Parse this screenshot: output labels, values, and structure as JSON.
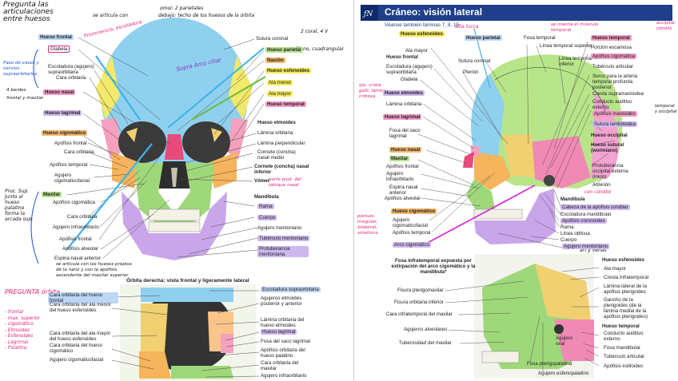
{
  "left": {
    "handwritten": {
      "question": "Pregunta las articulaciones entre huesos",
      "se_articula": "se articula con",
      "omoi": "omoi: 2 parietales",
      "debajo": "debajo: techo de los huesos de la órbita",
      "prominencia": "Prominencia, escotadura",
      "supra_arco": "Supra Arco ciliar",
      "dos_coral": "2 coral, 4 V",
      "plano": "Plano, cuadrangular",
      "paso_vasos": "Paso de vasos y nervios supraorbitarios",
      "cuatro_bordes": "4 bordes",
      "sup_maxilar": "frontal y maxilar",
      "pregunta_orbita": "PREGUNTA órbita",
      "orbita_list": "- frontal\n- max. superior\n- cigomático\n- Etmoides\n- Esfenoides\n- Lagrimal\n- Palatino",
      "proc_sup": "Proc. Sup. Junto al hueso palatino forma la arcada sup.",
      "articula_huesos": "se articula con los huesos propios de la nariz y con la apófisis ascendente del maxilar superior",
      "vomer_note": "parte post. del tabique nasal"
    },
    "labels": {
      "hueso_frontal": "Hueso frontal",
      "glabela": "Glabela",
      "escotadura": "Escotadura (agujero) supraorbitaria",
      "cara_orbitaria": "Cara orbitaria",
      "hueso_nasal": "Hueso nasal",
      "hueso_lagrimal": "Hueso lagrimal",
      "hueso_cigomatico": "Hueso cigomático",
      "apofisis_frontal": "Apófisis frontal",
      "cara_orbitaria2": "Cara orbitaria",
      "apofisis_temporal": "Apófisis temporal",
      "agujero_cigomaticofacial": "Agujero cigomaticofacial",
      "maxilar": "Maxilar",
      "apofisis_cigomatica": "Apófisis cigomática",
      "cara_orbitaria3": "Cara orbitaria",
      "agujero_infraorbitario": "Agujero infraorbitario",
      "apofisis_frontal2": "Apófisis frontal",
      "apofisis_alveolar": "Apófisis alveolar",
      "espina_nasal": "Espina nasal anterior",
      "sutura_coronal": "Sutura coronal",
      "hueso_parietal": "Hueso parietal",
      "nasion": "Nasión",
      "hueso_esfenoides": "Hueso esfenoides",
      "ala_menor": "Ala menor",
      "ala_mayor": "Ala mayor",
      "hueso_temporal": "Hueso temporal",
      "hueso_etmoides": "Hueso etmoides",
      "lamina_orbitaria": "Lámina orbitaria",
      "lamina_perpendicular": "Lámina perpendicular",
      "cornete_medio": "Cornete (concha) nasal medio",
      "cornete_inferior": "Cornete (concha) nasal inferior",
      "vomer": "Vómer",
      "mandibula": "Mandíbula",
      "rama": "Rama",
      "cuerpo": "Cuerpo",
      "agujero_mentoniano": "Agujero mentoniano",
      "tuberculo_mentoniano": "Tubérculo mentoniano",
      "protuberancia_mentoniana": "Protuberancia mentoniana",
      "orbita_title": "Órbita derecha: vista frontal y ligeramente lateral",
      "o_cara_orbitaria_frontal": "Cara orbitaria del hueso frontal",
      "o_cara_ala_menor": "Cara orbitaria del ala menor del hueso esfenoides",
      "o_cara_ala_mayor": "Cara orbitaria del ala mayor del hueso esfenoides",
      "o_cara_cigomatico": "Cara orbitaria del hueso cigomático",
      "o_agujero_cigomatico": "Agujero cigomaticofacial",
      "o_escotadura": "Escotadura supraorbitaria",
      "o_agujeros_etmoides": "Agujeros etmoides posterior y anterior",
      "o_lamina_orbitaria": "Lámina orbitaria del hueso etmoides",
      "o_hueso_lagrimal": "Hueso lagrimal",
      "o_fosa_saco": "Fosa del saco lagrimal",
      "o_apofisis_orbitaria": "Apófisis orbitaria del hueso palatino",
      "o_cara_maxilar": "Cara orbitaria del maxilar",
      "o_agujero_infra": "Agujero infraorbitario"
    }
  },
  "right": {
    "title": "Cráneo: visión lateral",
    "subtitle": "Véanse también láminas 7, 8, 15",
    "handwritten": {
      "silla_turca": "silla turca",
      "inserta_musculo": "se inserta el músculo temporal",
      "occipital": "occipital, cóndilo",
      "temporal_occ": "temporal y occipital",
      "ojo_crista": "ojo, crista galli, lámina cribosa",
      "con_condilo": "con cóndilo",
      "pomulo": "pómulo irregular, bilateral, simétrico",
      "art_venas": "art y venas"
    },
    "labels": {
      "hueso_esfenoides": "Hueso esfenoides",
      "ala_mayor": "Ala mayor",
      "hueso_parietal": "Hueso parietal",
      "fosa_temporal": "Fosa temporal",
      "linea_temporal_superior": "Línea temporal superior",
      "linea_temporal_inferior": "Línea temporal inferior",
      "hueso_frontal": "Hueso frontal",
      "escotadura": "Escotadura (agujero) supraorbitaria",
      "glabela": "Glabela",
      "sutura_coronal": "Sutura coronal",
      "pterion": "Pterión",
      "hueso_etmoides": "Hueso etmoides",
      "lamina_orbitaria": "Lámina orbitaria",
      "hueso_lagrimal": "Hueso lagrimal",
      "fosa_saco": "Fosa del saco lagrimal",
      "hueso_nasal": "Hueso nasal",
      "maxilar": "Maxilar",
      "apofisis_frontal": "Apófisis frontal",
      "agujero_infra": "Agujero infraorbitario",
      "espina_nasal": "Espina nasal anterior",
      "apofisis_alveolar": "Apófisis alveolar",
      "hueso_cigomatico": "Hueso cigomático",
      "agujero_cigomaticofacial": "Agujero cigomaticofacial",
      "apofisis_temporal": "Apófisis temporal",
      "arco_cigomatico": "Arco cigomático",
      "hueso_temporal": "Hueso temporal",
      "porcion_escamosa": "Porción escamosa",
      "apofisis_cigomatica": "Apófisis cigomática",
      "tuberculo_articular": "Tubérculo articular",
      "surco_arteria": "Surco para la arteria temporal profunda posterior",
      "cresta_supramastoidea": "Cresta supramastoidea",
      "conducto_auditivo": "Conducto auditivo externo",
      "apofisis_mastoides": "Apófisis mastoides",
      "sutura_lambdoidea": "Sutura lambdoidea",
      "hueso_occipital": "Hueso occipital",
      "hueso_sutural": "Hueso sutural (wormiano)",
      "protuberancia": "Protuberancia occipital externa (inion)",
      "asterion": "Asterión",
      "mandibula": "Mandíbula",
      "cabeza_apofisis": "Cabeza de la apófisis condilar",
      "escotadura_mandibular": "Escotadura mandibular",
      "apofisis_coronoides": "Apófisis coronoides",
      "rama": "Rama",
      "linea_oblicua": "Línea oblicua",
      "cuerpo": "Cuerpo",
      "agujero_mentoniano": "Agujero mentoniano",
      "fosa_title": "Fosa infratemporal expuesta por extirpación del arco cigomático y la mandíbula*",
      "fisura_pterigomaxilar": "Fisura pterigomaxilar",
      "fisura_orbitaria": "Fisura orbitaria inferior",
      "cara_infratemporal": "Cara infratemporal del maxilar",
      "agujeros_alveolares": "Agujeros alveolares",
      "tuberosidad": "Tuberosidad del maxilar",
      "fosa_pterigopalatina": "Fosa pterigopalatina",
      "agujero_esfenopalatino": "Agujero esfenopalatino",
      "agujero_oval": "Agujero oval",
      "f_hueso_esfenoides": "Hueso esfenoides",
      "f_ala_mayor": "Ala mayor",
      "f_cresta_infratemporal": "Cresta infratemporal",
      "f_lamina_lateral": "Lámina lateral de la apófisis pterigoides",
      "f_gancho": "Gancho de la pterigoides (de la lámina medial de la apófisis pterigoides)",
      "f_hueso_temporal": "Hueso temporal",
      "f_conducto": "Conducto auditivo externo",
      "f_fosa_mandibular": "Fosa mandibular",
      "f_tuberculo": "Tubérculo articular",
      "f_apofisis_estiloides": "Apófisis estiloides"
    }
  }
}
